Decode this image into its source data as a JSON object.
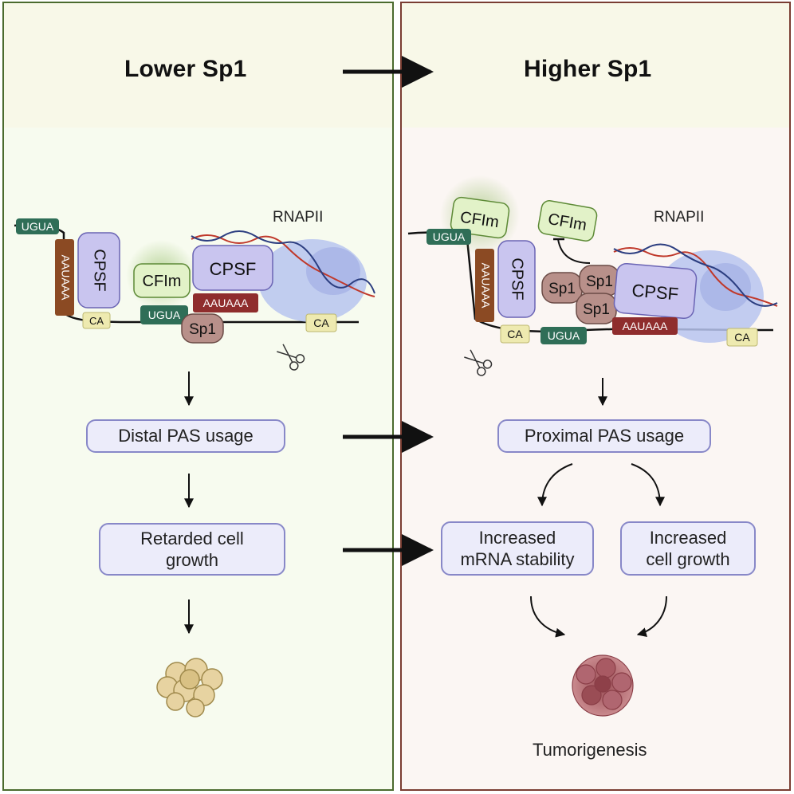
{
  "left": {
    "title": "Lower Sp1",
    "rnapii": "RNAPII",
    "complex": {
      "ugua_a": "UGUA",
      "aauaaa_a": "AAUAAA",
      "cpsf_a": "CPSF",
      "ca_a": "CA",
      "cfim": "CFIm",
      "ugua_b": "UGUA",
      "cpsf_b": "CPSF",
      "aauaaa_b": "AAUAAA",
      "sp1": "Sp1",
      "ca_b": "CA"
    },
    "step1": "Distal PAS usage",
    "step2": "Retarded cell\ngrowth"
  },
  "right": {
    "title": "Higher Sp1",
    "rnapii": "RNAPII",
    "complex": {
      "cfim_a": "CFIm",
      "cfim_b": "CFIm",
      "ugua_a": "UGUA",
      "aauaaa_a": "AAUAAA",
      "cpsf_a": "CPSF",
      "sp1_a": "Sp1",
      "sp1_b": "Sp1",
      "sp1_c": "Sp1",
      "cpsf_b": "CPSF",
      "aauaaa_b": "AAUAAA",
      "ca_a": "CA",
      "ugua_b": "UGUA",
      "ca_b": "CA"
    },
    "step1": "Proximal PAS usage",
    "step2a": "Increased\nmRNA stability",
    "step2b": "Increased\ncell growth",
    "outcome": "Tumorigenesis"
  },
  "colors": {
    "left_border": "#4b6b2e",
    "right_border": "#7a3d32",
    "cpsf": "#c9c5ef",
    "ugua": "#2f6e57",
    "aauaaa_brown": "#8b4a23",
    "aauaaa_red": "#8f2d2d",
    "cfim": "#e2f2c8",
    "sp1": "#b8908a",
    "ca": "#eeeab0",
    "rnapii": "#b7c4ef"
  }
}
